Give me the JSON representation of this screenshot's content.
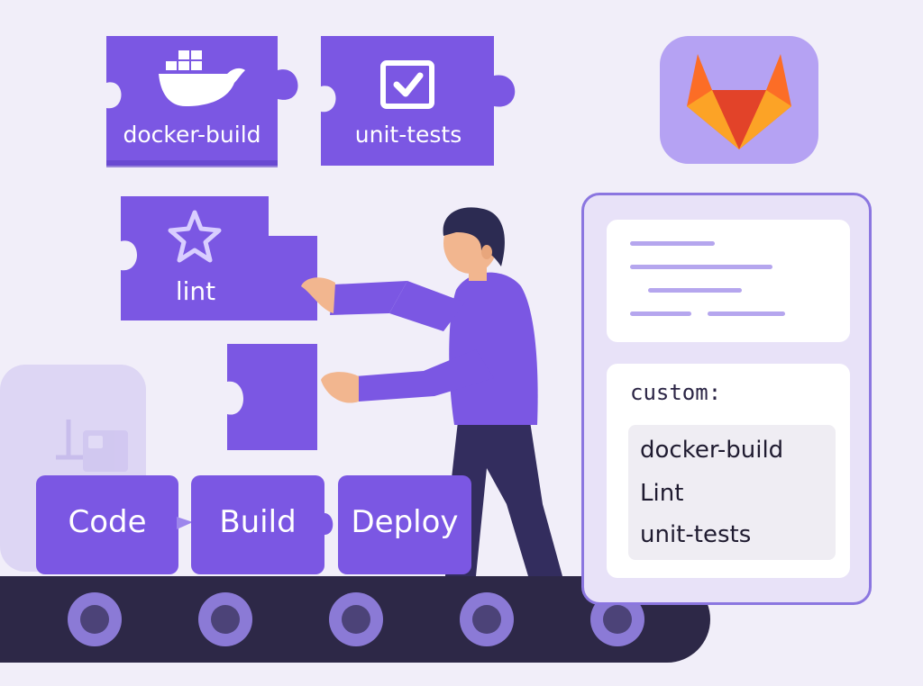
{
  "pieces": {
    "docker_build": "docker-build",
    "unit_tests": "unit-tests",
    "lint": "lint"
  },
  "pipeline": {
    "code": "Code",
    "build": "Build",
    "deploy": "Deploy"
  },
  "config": {
    "title": "custom:",
    "items": [
      "docker-build",
      "Lint",
      "unit-tests"
    ]
  },
  "icons": {
    "docker": "docker-whale-icon",
    "check": "checkbox-check-icon",
    "star": "star-icon",
    "gitlab": "gitlab-logo"
  },
  "colors": {
    "piece": "#7a57e0",
    "accent": "#8b76e0",
    "belt": "#2d2847"
  }
}
